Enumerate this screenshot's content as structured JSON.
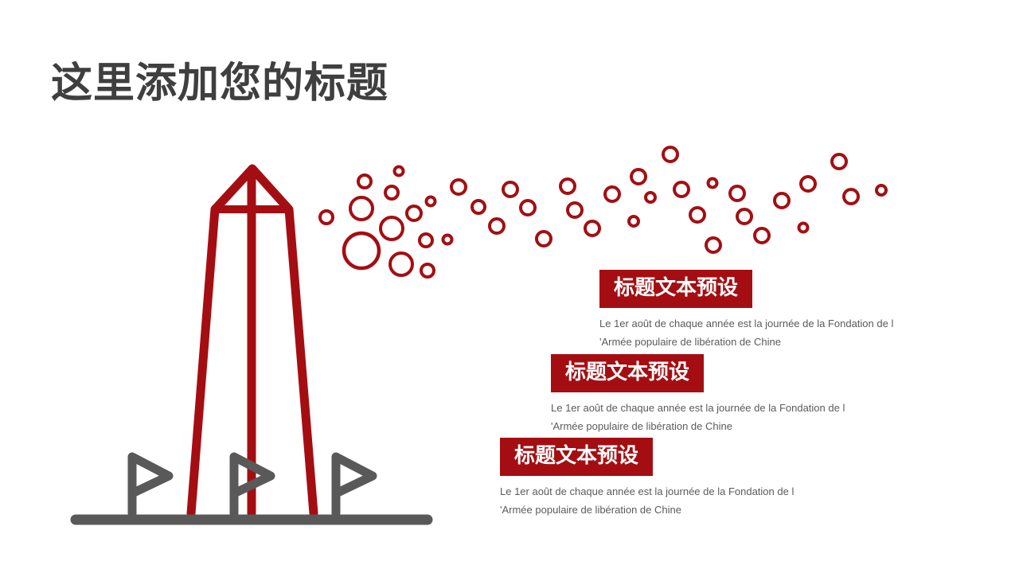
{
  "slide": {
    "title": "这里添加您的标题"
  },
  "items": [
    {
      "heading": "标题文本预设",
      "line1": "Le 1er août de chaque année est la journée de la Fondation de l",
      "line2": "'Armée populaire de libération de Chine"
    },
    {
      "heading": "标题文本预设",
      "line1": "Le 1er août de chaque année est la journée de la Fondation de l",
      "line2": "'Armée populaire de libération de Chine"
    },
    {
      "heading": "标题文本预设",
      "line1": "Le 1er août de chaque année est la journée de la Fondation de l",
      "line2": "'Armée populaire de libération de Chine"
    }
  ],
  "colors": {
    "accent": "#a40e12",
    "dark_gray": "#595959",
    "title": "#3f3f3f",
    "body_text": "#5b5b5b"
  },
  "illustration": {
    "icons": [
      "monument-icon",
      "flag-icon",
      "bubbles-decoration"
    ]
  }
}
